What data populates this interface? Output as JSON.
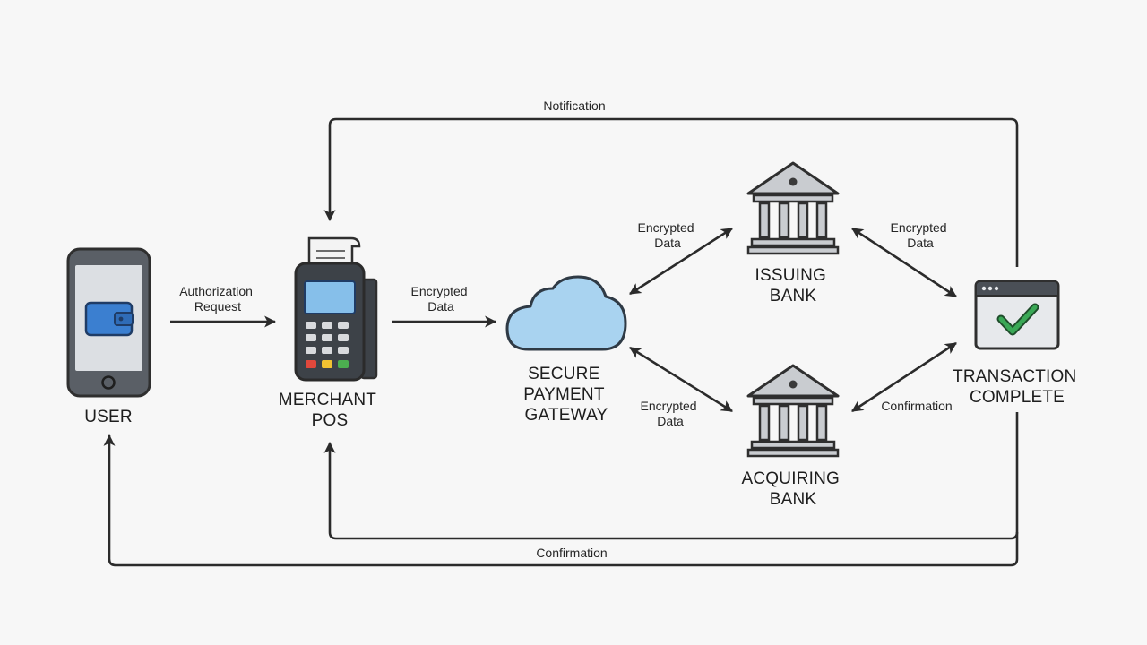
{
  "nodes": {
    "user": [
      "USER"
    ],
    "merchant_pos": [
      "MERCHANT",
      "POS"
    ],
    "gateway": [
      "SECURE",
      "PAYMENT",
      "GATEWAY"
    ],
    "issuing_bank": [
      "ISSUING",
      "BANK"
    ],
    "acquiring_bank": [
      "ACQUIRING",
      "BANK"
    ],
    "transaction_complete": [
      "TRANSACTION",
      "COMPLETE"
    ]
  },
  "edges": {
    "notification": [
      "Notification"
    ],
    "authorization": [
      "Authorization",
      "Request"
    ],
    "pos_to_gateway": [
      "Encrypted",
      "Data"
    ],
    "gateway_issuing": [
      "Encrypted",
      "Data"
    ],
    "issuing_complete": [
      "Encrypted",
      "Data"
    ],
    "gateway_acquiring": [
      "Encrypted",
      "Data"
    ],
    "acquiring_complete": [
      "Confirmation"
    ],
    "bottom_confirmation": [
      "Confirmation"
    ]
  },
  "colors": {
    "line": "#2b2b2b",
    "wallet": "#3b7fd0",
    "screen": "#dcdfe3",
    "pos_screen": "#86bfea",
    "cloud": "#a9d3f0",
    "bank": "#c9ccd0",
    "check": "#3aa856",
    "btn_red": "#e0483c",
    "btn_yellow": "#f1c232",
    "btn_green": "#4caf50"
  },
  "icons": {
    "user": "smartphone-wallet-icon",
    "merchant_pos": "payment-terminal-icon",
    "gateway": "cloud-icon",
    "issuing_bank": "bank-building-icon",
    "acquiring_bank": "bank-building-icon",
    "transaction_complete": "browser-checkmark-icon"
  }
}
